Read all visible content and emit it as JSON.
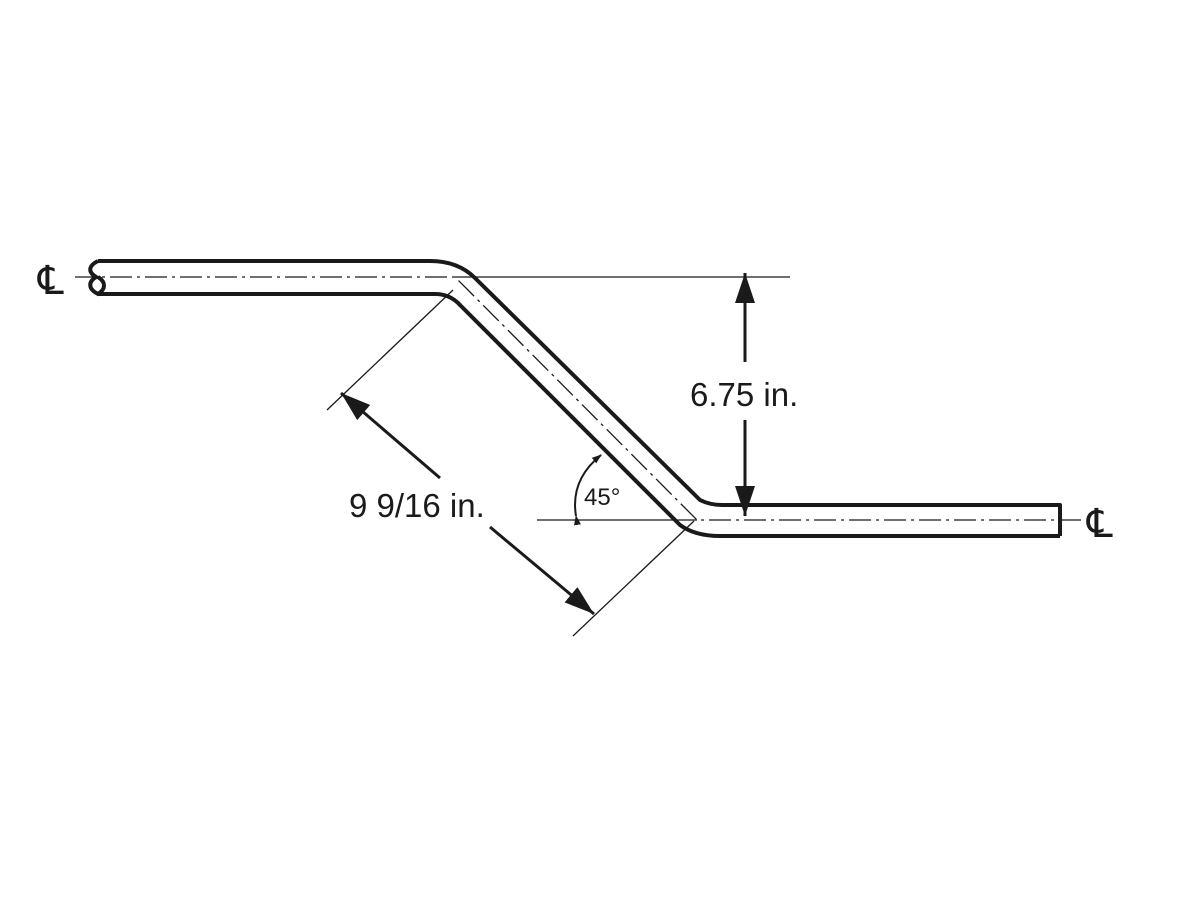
{
  "diagram": {
    "offset_height_label": "6.75 in.",
    "travel_length_label": "9 9/16 in.",
    "bend_angle_label": "45°",
    "centerline_symbol_left": "℄",
    "centerline_symbol_right": "℄"
  },
  "colors": {
    "line": "#1a1a1a",
    "background": "#ffffff"
  }
}
